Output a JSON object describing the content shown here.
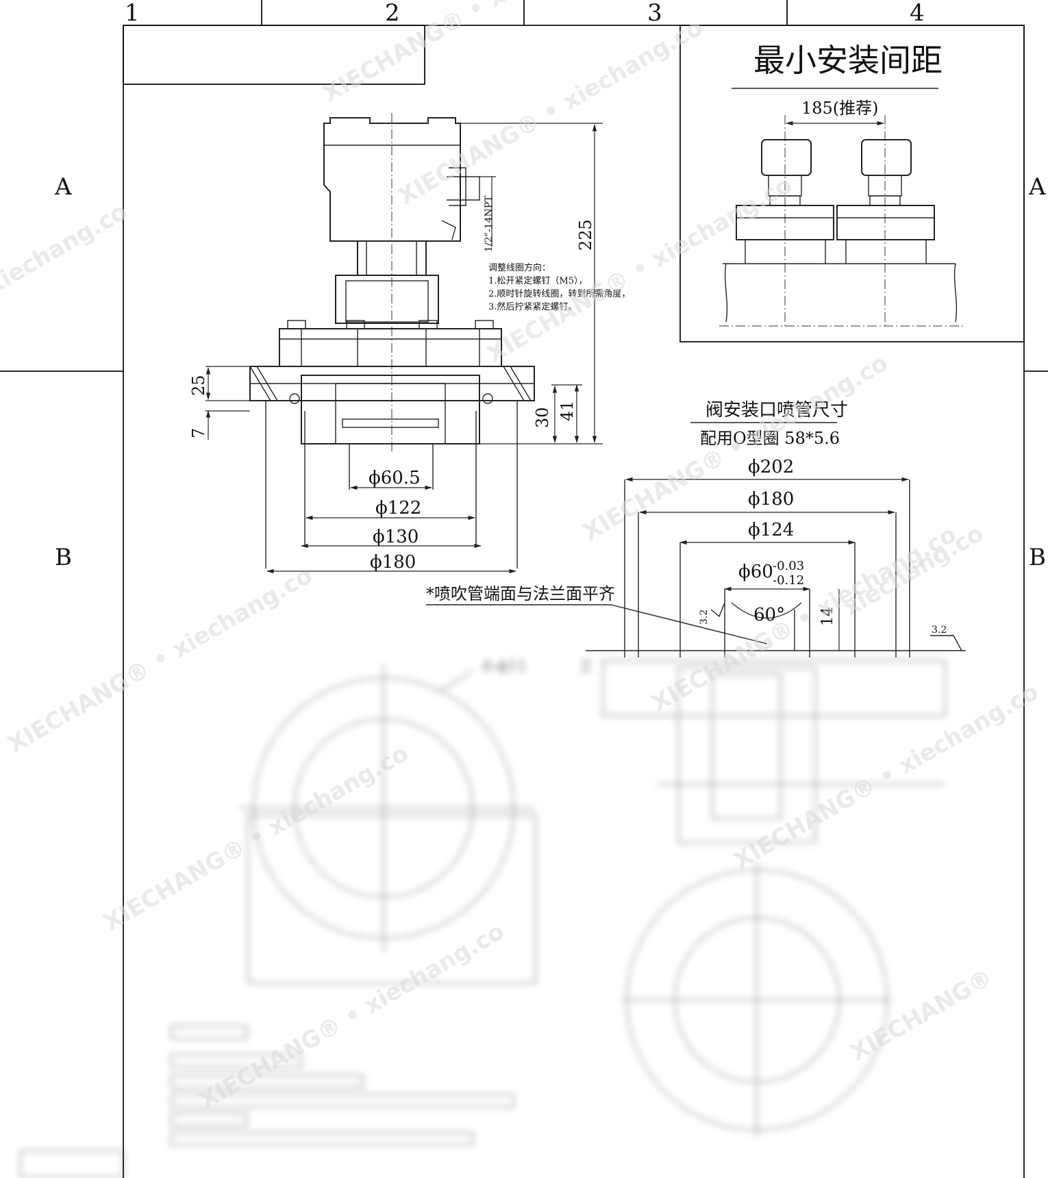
{
  "frame": {
    "col_labels": [
      "1",
      "2",
      "3",
      "4"
    ],
    "row_labels": [
      "A",
      "B"
    ]
  },
  "main_view": {
    "thread_label": "1/2\"-14NPT",
    "notes": {
      "heading": "调整线圈方向：",
      "lines": [
        "1.松开紧定螺钉（M5），",
        "2.顺时针旋转线圈，转到所需角度，",
        "3.然后拧紧紧定螺钉。"
      ]
    },
    "dim_height_total": "225",
    "dim_flange": "25",
    "dim_bottom": "7",
    "dim_30": "30",
    "dim_41": "41",
    "dia_60_5": "ϕ60.5",
    "dia_122": "ϕ122",
    "dia_130": "ϕ130",
    "dia_180": "ϕ180"
  },
  "spacing_panel": {
    "title": "最小安装间距",
    "recommended": "185(推荐)"
  },
  "nozzle_panel": {
    "title": "阀安装口喷管尺寸",
    "oring": "配用O型圈 58*5.6",
    "dia_202": "ϕ202",
    "dia_180": "ϕ180",
    "dia_124": "ϕ124",
    "dia_60": "ϕ60",
    "tol_upper": "-0.03",
    "tol_lower": "-0.12",
    "angle": "60°",
    "dim_14": "14",
    "rough_a": "3.2",
    "rough_b": "3.2",
    "flush_note": "*喷吹管端面与法兰面平齐"
  },
  "lower_view": {
    "hole_callout": "6-ϕ11",
    "dim_10": "10"
  },
  "watermarks": {
    "brand_a": "XIECHANG® • xiechang.co",
    "brand_b": "XIECHANG® • xiechang.co",
    "brand_c": "XIECHANG®",
    "brand_d": "xiechang.co"
  }
}
